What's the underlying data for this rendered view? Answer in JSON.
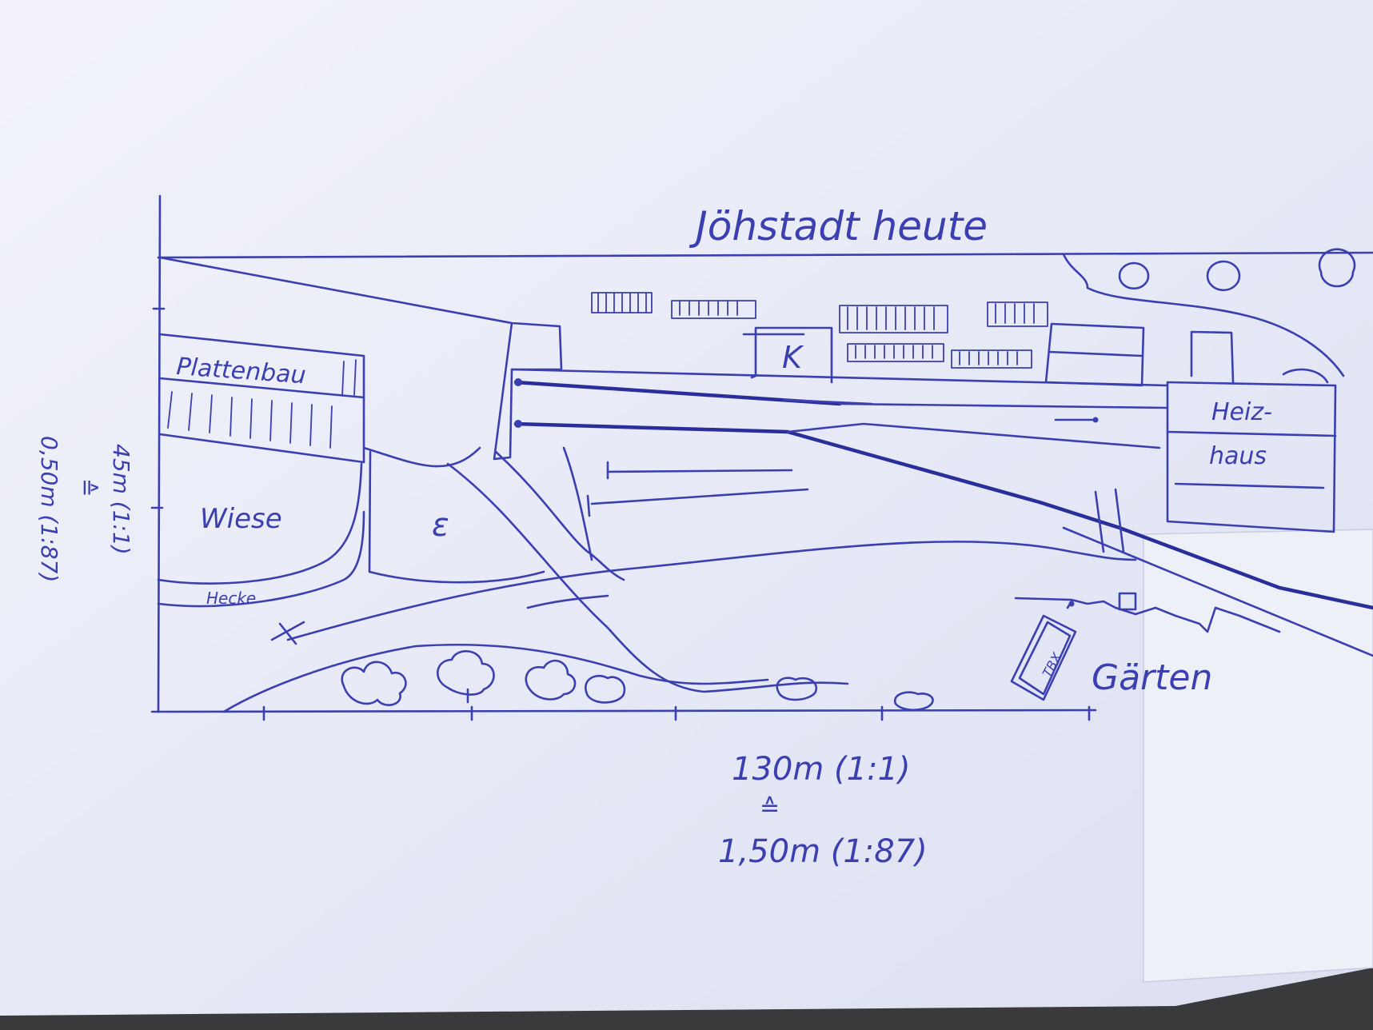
{
  "title": "Jöhstadt heute",
  "labels": {
    "plattenbau": "Plattenbau",
    "wiese": "Wiese",
    "hecke": "Hecke",
    "heizhaus_line1": "Heiz-",
    "heizhaus_line2": "haus",
    "gaerten": "Gärten",
    "k_building": "K",
    "tbx_hut": "TBX"
  },
  "scale": {
    "height_real": "45m (1:1)",
    "height_equiv": "≙",
    "height_model": "0,50m (1:87)",
    "width_real": "130m (1:1)",
    "width_equiv": "≙",
    "width_model": "1,50m (1:87)"
  },
  "colors": {
    "paper": "#e9ecf7",
    "ink": "#3b3fb0",
    "shadow": "#3a3a3c"
  }
}
